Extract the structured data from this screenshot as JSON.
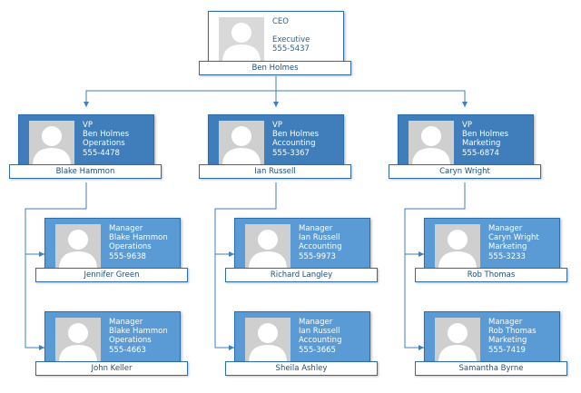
{
  "ceo": {
    "title": "CEO",
    "reports_to": "",
    "department": "Executive",
    "phone": "555-5437",
    "name": "Ben Holmes"
  },
  "vps": [
    {
      "title": "VP",
      "reports_to": "Ben Holmes",
      "department": "Operations",
      "phone": "555-4478",
      "name": "Blake Hammon"
    },
    {
      "title": "VP",
      "reports_to": "Ben Holmes",
      "department": "Accounting",
      "phone": "555-3367",
      "name": "Ian Russell"
    },
    {
      "title": "VP",
      "reports_to": "Ben Holmes",
      "department": "Marketing",
      "phone": "555-6874",
      "name": "Caryn Wright"
    }
  ],
  "managers": [
    {
      "title": "Manager",
      "reports_to": "Blake Hammon",
      "department": "Operations",
      "phone": "555-9638",
      "name": "Jennifer Green"
    },
    {
      "title": "Manager",
      "reports_to": "Blake Hammon",
      "department": "Operations",
      "phone": "555-4663",
      "name": "John Keller"
    },
    {
      "title": "Manager",
      "reports_to": "Ian Russell",
      "department": "Accounting",
      "phone": "555-9973",
      "name": "Richard Langley"
    },
    {
      "title": "Manager",
      "reports_to": "Ian Russell",
      "department": "Accounting",
      "phone": "555-3665",
      "name": "Sheila Ashley"
    },
    {
      "title": "Manager",
      "reports_to": "Caryn Wright",
      "department": "Marketing",
      "phone": "555-3233",
      "name": "Rob Thomas"
    },
    {
      "title": "Manager",
      "reports_to": "Rob Thomas",
      "department": "Marketing",
      "phone": "555-7419",
      "name": "Samantha Byrne"
    }
  ],
  "colors": {
    "ceo_fill": "#ffffff",
    "vp_fill": "#3f7dbb",
    "manager_fill": "#5b9bd5",
    "border": "#2e6ea8",
    "connector": "#3d7fc1"
  }
}
